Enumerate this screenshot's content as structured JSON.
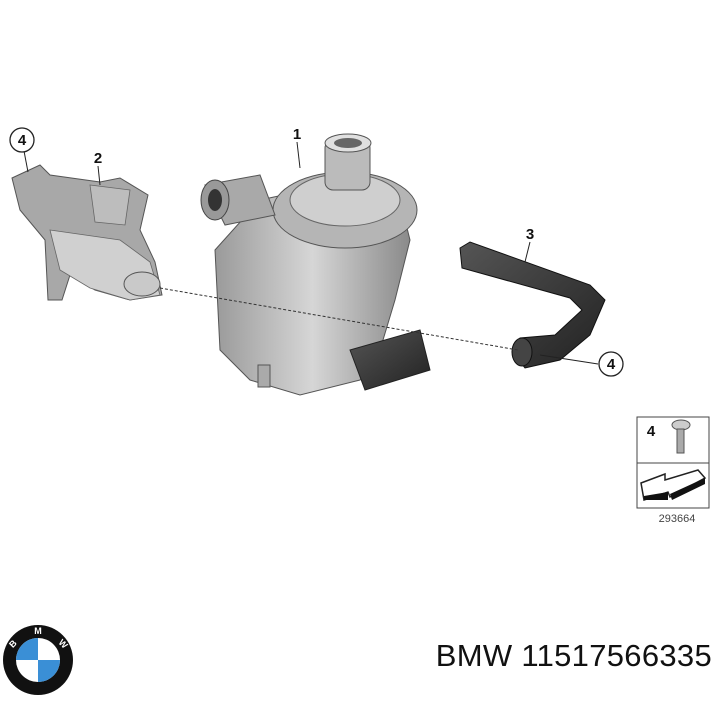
{
  "diagram": {
    "callouts": [
      {
        "label": "4",
        "circled": true
      },
      {
        "label": "2",
        "circled": false
      },
      {
        "label": "1",
        "circled": false
      },
      {
        "label": "3",
        "circled": false
      },
      {
        "label": "4",
        "circled": true
      }
    ],
    "inset": {
      "item_label": "4",
      "reference_number": "293664"
    }
  },
  "logo": {
    "brand": "BMW",
    "letters": [
      "B",
      "M",
      "W"
    ],
    "colors": {
      "blue": "#3a8fd6",
      "ring": "#111111",
      "white": "#ffffff"
    }
  },
  "caption": {
    "text": "BMW 11517566335"
  }
}
